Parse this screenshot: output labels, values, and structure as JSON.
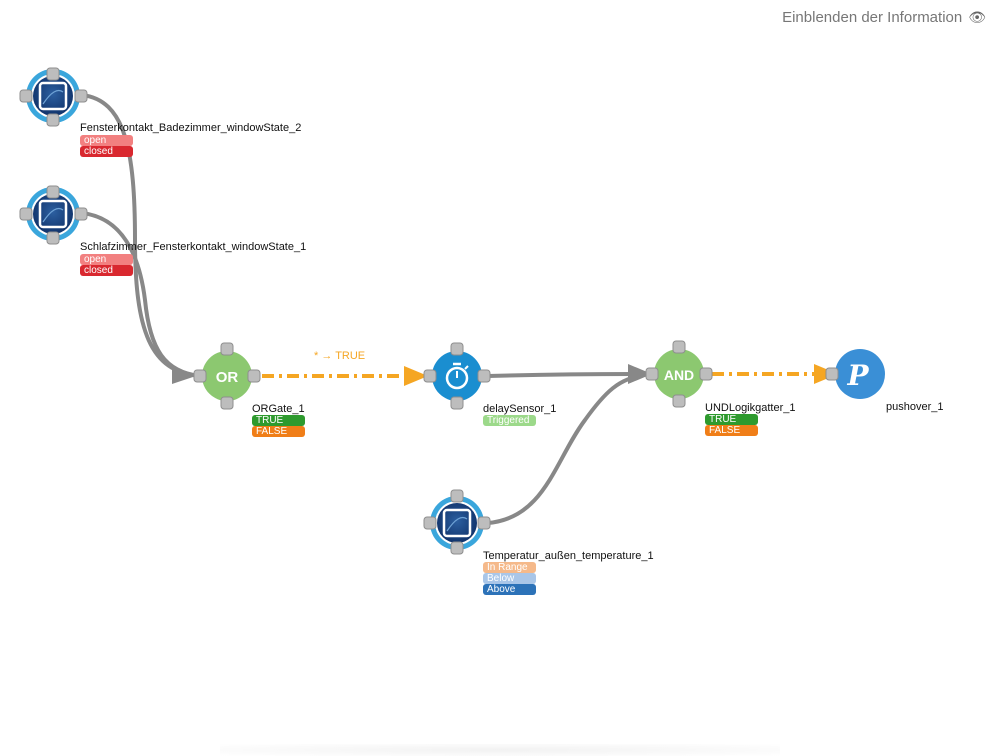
{
  "header": {
    "info_toggle_label": "Einblenden der Information"
  },
  "colors": {
    "edge": "#888888",
    "signal_edge": "#f5a623",
    "gate_green": "#8cc870",
    "sensor_blue": "#1a8ed0",
    "pushover_blue": "#3a8fd6",
    "handle": "#bdbdbd"
  },
  "nodes": {
    "fenster_bad": {
      "label": "Fensterkontakt_Badezimmer_windowState_2",
      "icon": "window-sensor-icon",
      "states": [
        {
          "text": "open",
          "color": "#f28080"
        },
        {
          "text": "closed",
          "color": "#d9282f"
        }
      ]
    },
    "fenster_schlaf": {
      "label": "Schlafzimmer_Fensterkontakt_windowState_1",
      "icon": "window-sensor-icon",
      "states": [
        {
          "text": "open",
          "color": "#f28080"
        },
        {
          "text": "closed",
          "color": "#d9282f"
        }
      ]
    },
    "orgate": {
      "label": "ORGate_1",
      "symbol": "OR",
      "states": [
        {
          "text": "TRUE",
          "color": "#2e9a2e"
        },
        {
          "text": "FALSE",
          "color": "#f07e18"
        }
      ]
    },
    "delay": {
      "label": "delaySensor_1",
      "icon": "stopwatch-icon",
      "states": [
        {
          "text": "Triggered",
          "color": "#9cd98a"
        }
      ]
    },
    "andgate": {
      "label": "UNDLogikgatter_1",
      "symbol": "AND",
      "states": [
        {
          "text": "TRUE",
          "color": "#2e9a2e"
        },
        {
          "text": "FALSE",
          "color": "#f07e18"
        }
      ]
    },
    "pushover": {
      "label": "pushover_1",
      "icon": "pushover-icon",
      "symbol": "P"
    },
    "temperatur": {
      "label": "Temperatur_außen_temperature_1",
      "icon": "temperature-sensor-icon",
      "states": [
        {
          "text": "In Range",
          "color": "#f5b98a"
        },
        {
          "text": "Below",
          "color": "#a9c6e8"
        },
        {
          "text": "Above",
          "color": "#2c72b8"
        }
      ]
    }
  },
  "edges": {
    "or_to_delay_label": "* → TRUE"
  }
}
